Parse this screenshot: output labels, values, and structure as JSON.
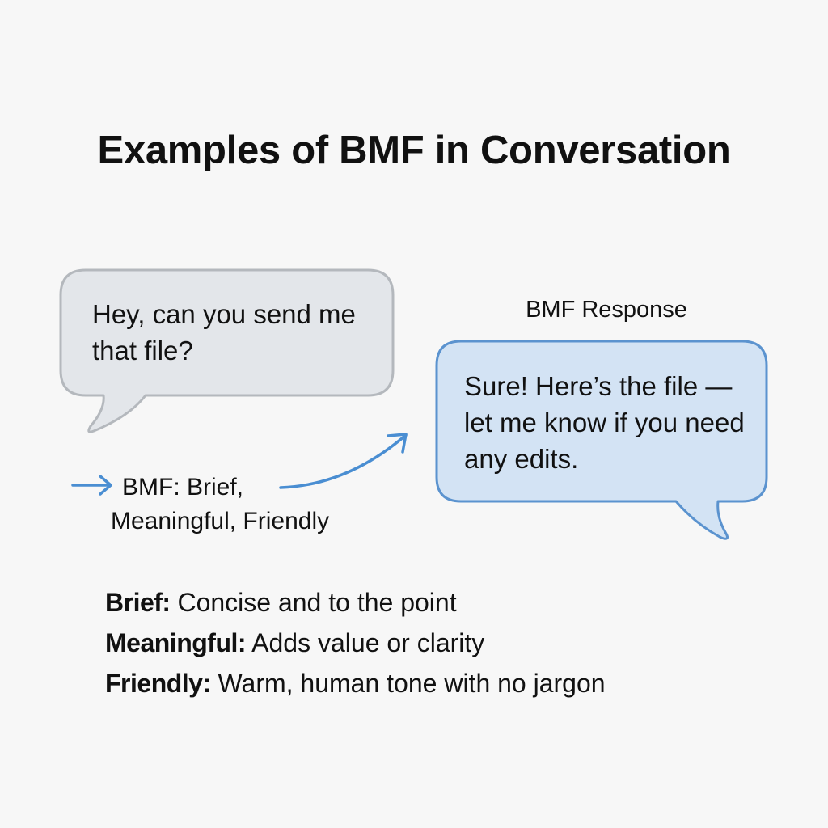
{
  "title": "Examples of BMF in Conversation",
  "incoming_message": {
    "text": "Hey, can you send me that file?",
    "bubble_fill": "#e3e6ea",
    "bubble_stroke": "#b4b8bd"
  },
  "response": {
    "label": "BMF Response",
    "text": "Sure! Here’s the file — let me know if you need any edits.",
    "bubble_fill": "#d3e3f4",
    "bubble_stroke": "#5b93cf"
  },
  "annotation": {
    "line1": "BMF: Brief,",
    "line2": "Meaningful, Friendly",
    "arrow_color": "#4a8ed2",
    "icons": [
      "arrow-right-icon",
      "curved-arrow-icon"
    ]
  },
  "definitions": [
    {
      "term": "Brief:",
      "description": " Concise and to the point"
    },
    {
      "term": "Meaningful:",
      "description": " Adds value or clarity"
    },
    {
      "term": "Friendly:",
      "description": " Warm, human tone with no jargon"
    }
  ]
}
